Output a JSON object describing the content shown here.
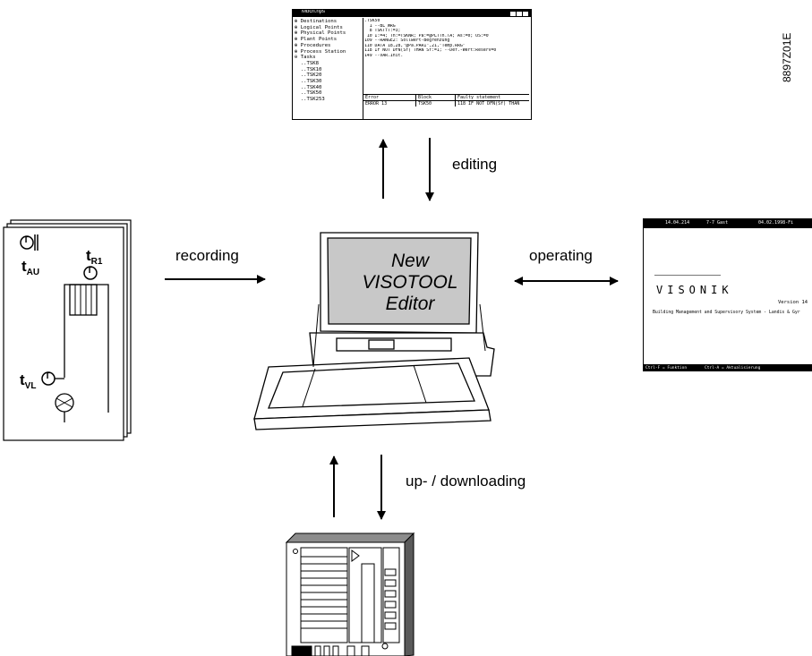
{
  "doc_code": "8897Z01E",
  "labels": {
    "editing": "editing",
    "recording": "recording",
    "operating": "operating",
    "updownloading": "up- / downloading"
  },
  "laptop": {
    "line1": "New",
    "line2": "VISOTOOL",
    "line3": "Editor"
  },
  "plant": {
    "t_au": "t",
    "t_au_sub": "AU",
    "t_r1": "t",
    "t_r1_sub": "R1",
    "t_vl": "t",
    "t_vl_sub": "VL",
    "sensor_glyph": "T"
  },
  "editor_window": {
    "title": "Mbch.hps",
    "tree": [
      "Destinations",
      "Logical Points",
      "Physical Points",
      "Plant Points",
      "Procedures",
      "Process Station",
      "Tasks",
      "..TSK8",
      "..TSK10",
      "..TSK20",
      "..TSK30",
      "..TSK40",
      "..TSK50",
      "..TSK253"
    ],
    "code": [
      ".TSK50",
      "",
      "  1 --BL_WRG",
      "  8 TSKTTT:=3;",
      " 10 I:=4; Tn:=TSKNR; Pa:=@PLTTn.TA; As:=0; US:=0",
      "",
      "109 --RANGE2: Sollwert-Begrenzung",
      "110 DATA 18,28,\"@Pa.PAR1\",21,\"Temp.RRG\"",
      "118 IF NOT DFN(Sf) THAN Sf:=1; --Def.-Wert:Reserv=0",
      "",
      "149 --VAR.Init."
    ],
    "error_headers": [
      "Error",
      "Block",
      "Faulty statement"
    ],
    "error_row": [
      "ERROR 13",
      "TSK50",
      "118 IF NOT DFN(Sf) THAN"
    ]
  },
  "op_screen": {
    "top_left": "14.04.214",
    "top_mid": "7-7 Gast",
    "top_right": "04.02.1998-Fi",
    "title": "VISONIK",
    "version": "Version 14",
    "subtitle": "Building Management and Supervisory System - Landis & Gyr",
    "bottom_left": "Ctrl-F = Funktion",
    "bottom_mid": "Ctrl-A = Aktualisierung"
  }
}
